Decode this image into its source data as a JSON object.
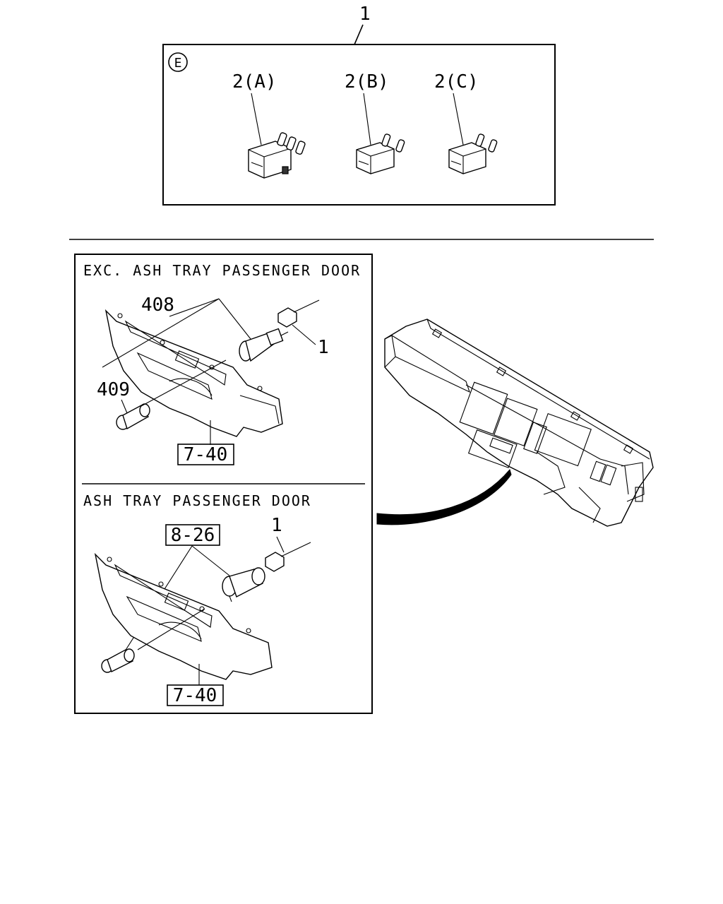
{
  "top_panel": {
    "callout_main": "1",
    "section_mark": "E",
    "relays": [
      {
        "label": "2(A)"
      },
      {
        "label": "2(B)"
      },
      {
        "label": "2(C)"
      }
    ]
  },
  "panel_exc": {
    "header": "EXC. ASH TRAY PASSENGER DOOR",
    "callouts": {
      "socket_group": "408",
      "plug": "409",
      "connector": "1",
      "ref_box": "7-40"
    }
  },
  "panel_ash": {
    "header": "ASH TRAY PASSENGER DOOR",
    "callouts": {
      "ref_box_top": "8-26",
      "connector": "1",
      "ref_box_bottom": "7-40"
    }
  }
}
